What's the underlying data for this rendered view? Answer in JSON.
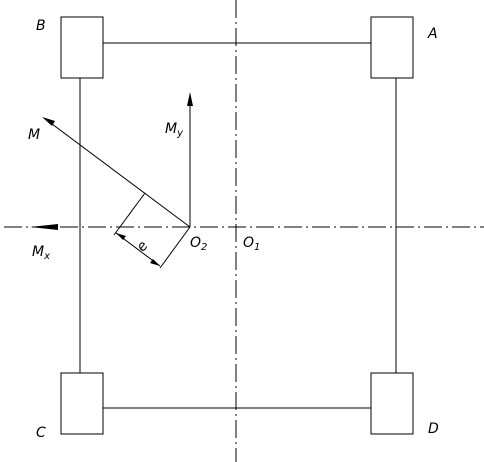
{
  "labels": {
    "corner_a": "A",
    "corner_b": "B",
    "corner_c": "C",
    "corner_d": "D",
    "moment_main": "M",
    "moment_x_base": "M",
    "moment_x_sub": "x",
    "moment_y_base": "M",
    "moment_y_sub": "y",
    "point_o2_base": "O",
    "point_o2_sub": "2",
    "point_o1_base": "O",
    "point_o1_sub": "1",
    "eccentricity": "e"
  }
}
